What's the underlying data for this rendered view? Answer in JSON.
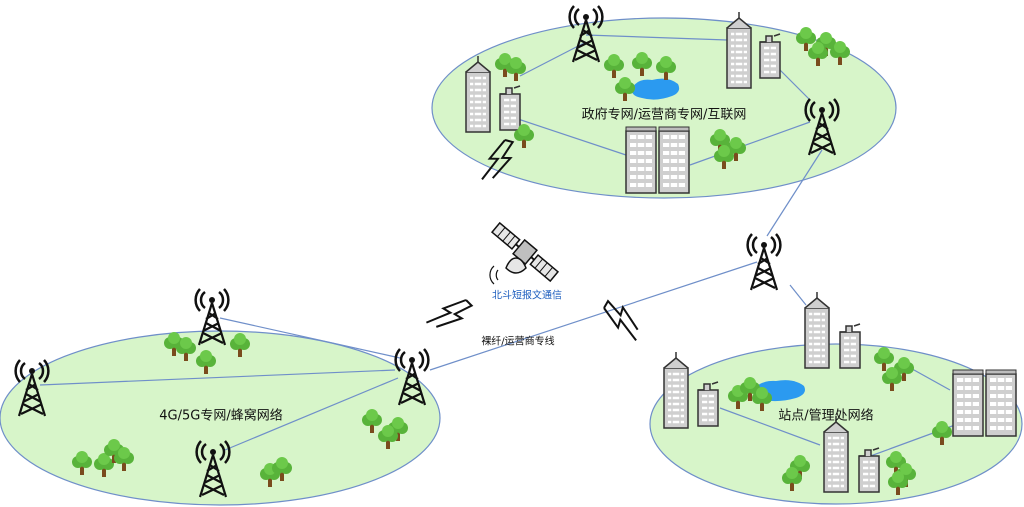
{
  "zones": {
    "gov": "政府专网/运营商专网/互联网",
    "cell": "4G/5G专网/蜂窝网络",
    "station": "站点/管理处网络"
  },
  "links": {
    "beidou": "北斗短报文通信",
    "fiber": "裸纤/运营商专线"
  },
  "colors": {
    "zone_fill": "#d7f5c9",
    "zone_stroke": "#6f8fc9",
    "link_line": "#6f8fc9",
    "building": "#c9c9c9",
    "tree": "#58b33a",
    "water": "#2b9af0"
  }
}
